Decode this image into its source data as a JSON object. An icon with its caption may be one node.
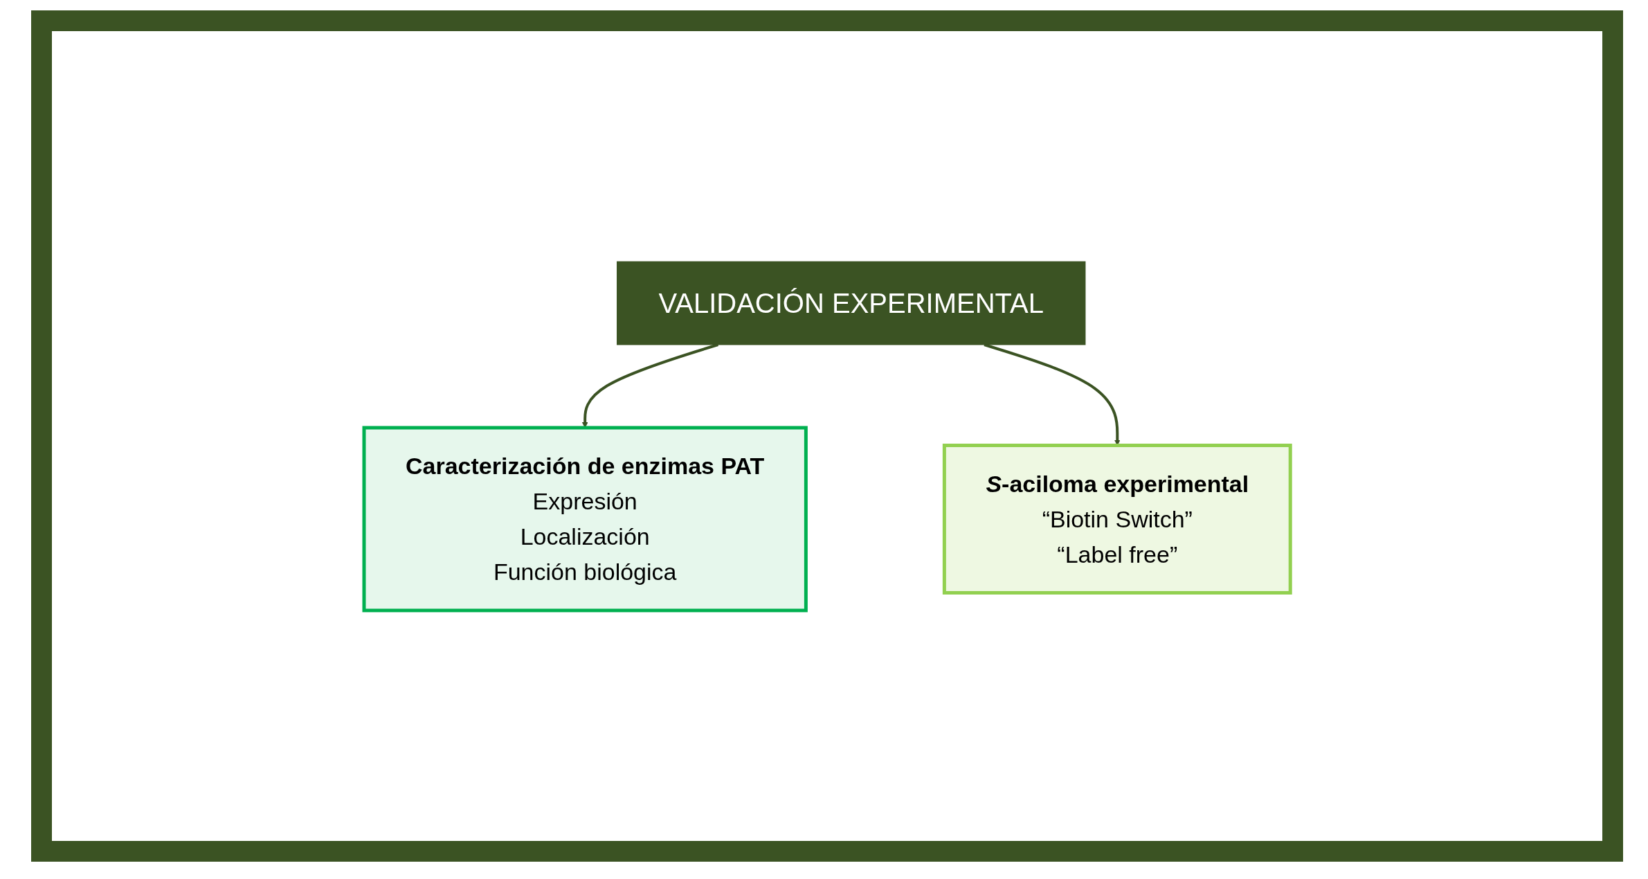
{
  "diagram": {
    "nodes": [
      {
        "text": [
          "VALIDACIÓN EXPERIMENTAL"
        ]
      },
      {
        "text": [
          "Caracterización de enzimas PAT",
          "Expresión",
          "Localización",
          "Función biológica"
        ]
      },
      {
        "text": [
          "*S*-aciloma experimental",
          "“Biotin Switch”",
          "“Label free”"
        ]
      }
    ],
    "edges": [
      {
        "from": 0,
        "to": 1,
        "arrow": "to"
      },
      {
        "from": 0,
        "to": 2,
        "arrow": "to"
      }
    ]
  }
}
